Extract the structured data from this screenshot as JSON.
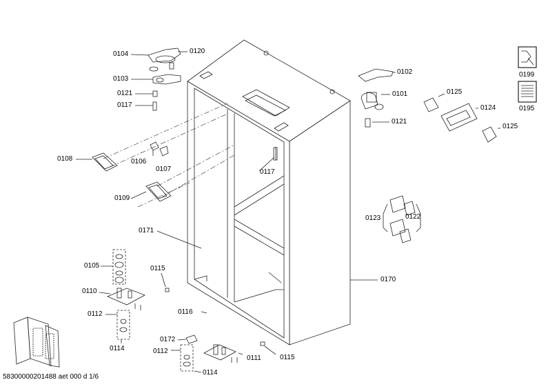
{
  "diagram": {
    "footer": "58300000201488 aet 000 d 1/6",
    "labels": {
      "p0104": "0104",
      "p0120": "0120",
      "p0103": "0103",
      "p0121a": "0121",
      "p0117a": "0117",
      "p0102": "0102",
      "p0101": "0101",
      "p0121b": "0121",
      "p0125a": "0125",
      "p0124": "0124",
      "p0125b": "0125",
      "p0199": "0199",
      "p0195": "0195",
      "p0108": "0108",
      "p0106": "0106",
      "p0107": "0107",
      "p0117b": "0117",
      "p0109": "0109",
      "p0123": "0123",
      "p0122": "0122",
      "p0171": "0171",
      "p0105": "0105",
      "p0115a": "0115",
      "p0170": "0170",
      "p0110": "0110",
      "p0116": "0116",
      "p0112a": "0112",
      "p0114a": "0114",
      "p0172": "0172",
      "p0112b": "0112",
      "p0111": "0111",
      "p0115b": "0115",
      "p0114b": "0114"
    }
  }
}
